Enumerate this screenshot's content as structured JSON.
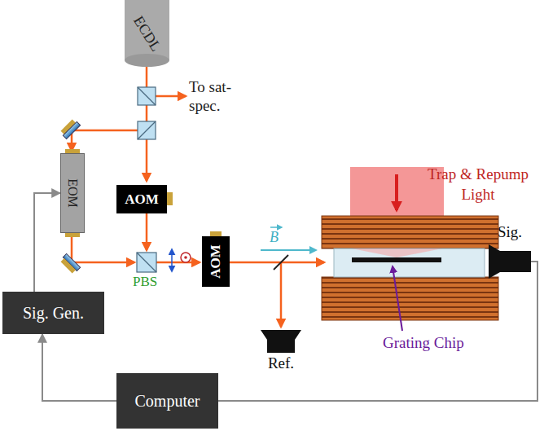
{
  "diagram": {
    "nodes": [
      {
        "text": [
          "ECDL"
        ]
      },
      {
        "text": [
          "EOM"
        ]
      },
      {
        "text": [
          "AOM"
        ]
      },
      {
        "text": [
          "AOM"
        ]
      },
      {
        "text": [
          "Sig."
        ]
      },
      {
        "text": [
          "Ref."
        ]
      },
      {
        "text": [
          "Sig. Gen."
        ]
      },
      {
        "text": [
          "Computer"
        ]
      }
    ],
    "edges": [
      {
        "from": 6,
        "to": 1,
        "arrow": "to"
      },
      {
        "from": 7,
        "to": 6,
        "arrow": "to"
      },
      {
        "from": 4,
        "to": 7,
        "arrow": "none"
      }
    ],
    "labels": [
      "To sat-spec.",
      "PBS",
      "B",
      "Trap & Repump Light",
      "Grating Chip"
    ]
  }
}
